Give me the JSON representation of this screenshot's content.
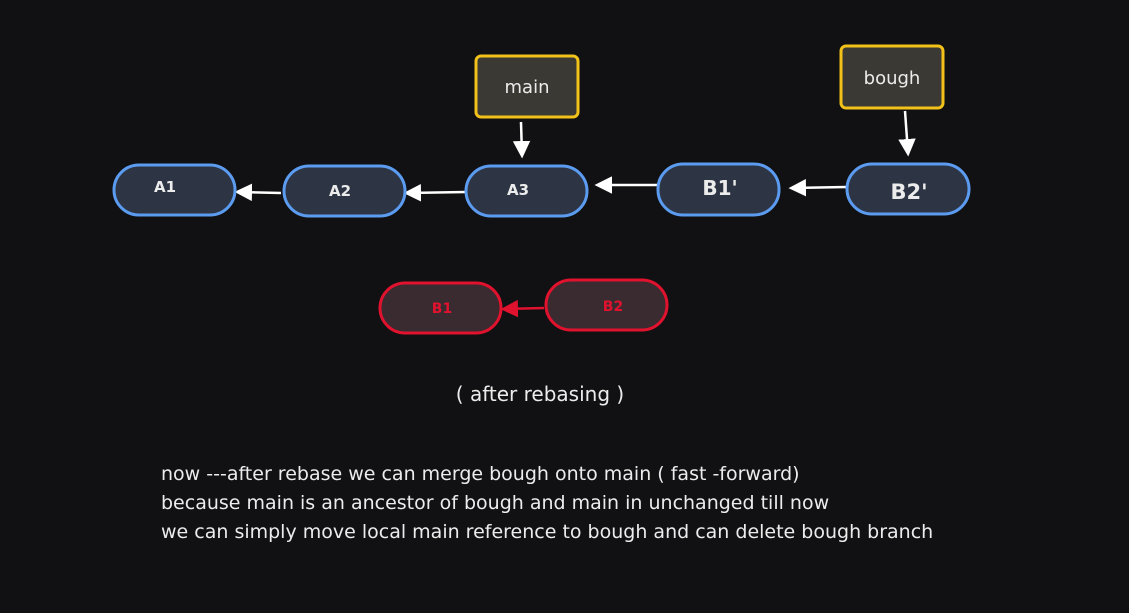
{
  "commits": {
    "A1": "A1",
    "A2": "A2",
    "A3": "A3",
    "B1_new": "B1'",
    "B2_new": "B2'",
    "B1_old": "B1",
    "B2_old": "B2"
  },
  "refs": {
    "main": "main",
    "bough": "bough"
  },
  "caption": "( after rebasing )",
  "notes": [
    "now ---after rebase we can merge bough onto main ( fast -forward)",
    "because main is an ancestor of bough and main in unchanged till now",
    "we can simply move local main reference to bough and can delete bough branch"
  ],
  "colors": {
    "background": "#111113",
    "commit_fill": "#2d3444",
    "commit_border": "#5b9bf0",
    "old_commit_fill": "#3a2b30",
    "old_commit_border": "#e0122e",
    "ref_fill": "#3b3934",
    "ref_border": "#f2c21a",
    "arrow": "#ffffff",
    "old_arrow": "#e0122e",
    "text": "#ececec"
  }
}
